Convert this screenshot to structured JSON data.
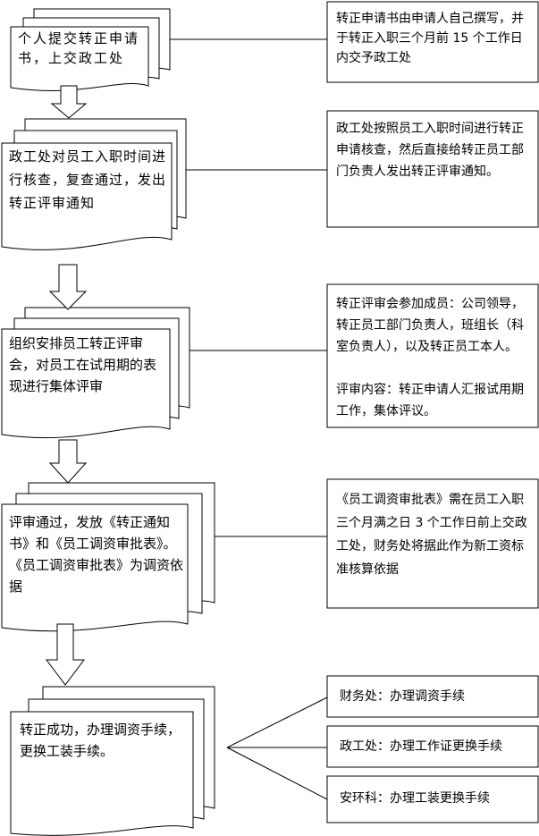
{
  "steps": [
    {
      "text": "个人提交转正申请书，上交政工处",
      "note": "转正申请书由申请人自己撰写，并于转正入职三个月前 15 个工作日内交予政工处"
    },
    {
      "text": "政工处对员工入职时间进行核查，复查通过，发出转正评审通知",
      "note": "政工处按照员工入职时间进行转正申请核查，然后直接给转正员工部门负责人发出转正评审通知。"
    },
    {
      "text": "组织安排员工转正评审会，对员工在试用期的表现进行集体评审",
      "note": "转正评审会参加成员：公司领导，转正员工部门负责人，班组长（科室负责人），以及转正员工本人。",
      "note2": "评审内容：转正申请人汇报试用期工作，集体评议。"
    },
    {
      "text": "评审通过，发放《转正通知书》和《员工调资审批表》。《员工调资审批表》为调资依据",
      "note": "《员工调资审批表》需在员工入职三个月满之日 3 个工作日前上交政工处，财务处将据此作为新工资标准核算依据"
    },
    {
      "text": "转正成功，办理调资手续，更换工装手续。",
      "branches": [
        "财务处：办理调资手续",
        "政工处：办理工作证更换手续",
        "安环科：办理工装更换手续"
      ]
    }
  ]
}
